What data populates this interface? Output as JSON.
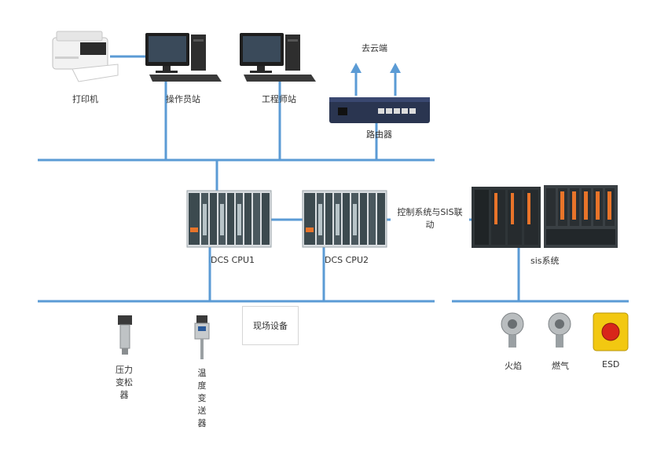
{
  "colors": {
    "bus": "#5b9bd5",
    "rack_dark": "#3c4a4f",
    "sis_accent": "#e8742a"
  },
  "labels": {
    "printer": "打印机",
    "operator": "操作员站",
    "engineer": "工程师站",
    "cloud": "去云端",
    "router": "路由器",
    "cpu1": "DCS CPU1",
    "cpu2": "DCS CPU2",
    "link": "控制系统与SIS联\n动",
    "sis": "sis系统",
    "field": "现场设备",
    "pressure": "压力\n变松\n器",
    "temperature": "温\n度\n变\n送\n器",
    "flame": "火焰",
    "gas": "燃气",
    "esd": "ESD"
  }
}
